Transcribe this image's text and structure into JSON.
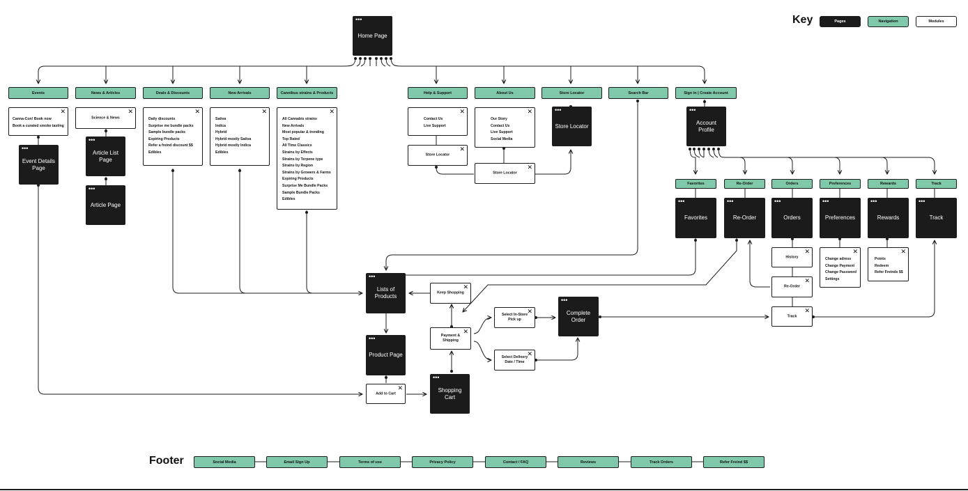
{
  "key": {
    "title": "Key",
    "pages": "Pages",
    "navigation": "Navigation",
    "modules": "Modules"
  },
  "footer": {
    "title": "Footer",
    "items": [
      "Social Media",
      "Email Sign Up",
      "Terms of use",
      "Privacy Policy",
      "Contact / FAQ",
      "Reviews",
      "Track Orders",
      "Refer Freind $$"
    ]
  },
  "pages": {
    "home": "Home Page",
    "event_details": "Event Details Page",
    "article_list": "Article List Page",
    "article": "Article Page",
    "store_locator": "Store Locator",
    "account_profile": "Account Profile",
    "favorites": "Favorites",
    "reorder": "Re-Order",
    "orders": "Orders",
    "preferences": "Preferences",
    "rewards": "Rewards",
    "track": "Track",
    "lists_of_products": "Lists of Products",
    "product_page": "Product Page",
    "shopping_cart": "Shopping Cart",
    "complete_order": "Complete Order"
  },
  "nav": {
    "events": "Events",
    "news": "News & Articles",
    "deals": "Deals & Discounts",
    "new_arrivals": "New Arrivals",
    "cannabis": "Cannibus strains & Products",
    "help": "Help & Support",
    "about": "About Us",
    "store_locator": "Store Locator",
    "search": "Search Bar",
    "signin": "Sign in | Create Account",
    "favorites": "Favorites",
    "reorder": "Re-Order",
    "orders": "Orders",
    "preferences": "Preferences",
    "rewards": "Rewards",
    "track": "Track"
  },
  "modules": {
    "events": [
      "Canna-Con! Book now",
      "Book a curated smoke tasting"
    ],
    "science": "Science & News",
    "deals": [
      "Daily discounts",
      "Surprise me bundle packs",
      "Sample bundle packs",
      "Expiring Products",
      "Refer a freind discount $$",
      "Edibles"
    ],
    "new_arrivals": [
      "Sativa",
      "Indica",
      "Hybrid",
      "Hybrid mostly Sativa",
      "Hybrid mostly Indica",
      "Edibles"
    ],
    "cannabis": [
      "All Cannabis strains",
      "New Arrivals",
      "Most popular & trending",
      "Top Rated",
      "All Time Classics",
      "Strains by Effects",
      "Strains by Terpene type",
      "Strains by Region",
      "Strains by Growers & Farms",
      "Expiring Products",
      "Surprise Me Bundle Packs",
      "Sample Bundle Packs",
      "Edibles"
    ],
    "help": [
      "Contact Us",
      "Live Support"
    ],
    "help_store": "Store Locator",
    "about": [
      "Our Story",
      "Contact Us",
      "Live Support",
      "Social Media"
    ],
    "about_store": "Store Locator",
    "history": "History",
    "reorder": "Re-Order",
    "track": "Track",
    "preferences": [
      "Change adress",
      "Change Payment",
      "Change Password",
      "Settings"
    ],
    "rewards": [
      "Points",
      "Redeem",
      "Refer Freinds $$"
    ],
    "keep_shopping": "Keep Shopping",
    "payment": "Payment & Shipping",
    "pickup": "Select In-Store Pick up",
    "delivery": "Select Delivery Date / Time",
    "add_to_cart": "Add to Cart"
  },
  "colors": {
    "page": "#1b1b1b",
    "navigation": "#7fc8a9",
    "module": "#ffffff",
    "line": "#1b1b1b"
  }
}
